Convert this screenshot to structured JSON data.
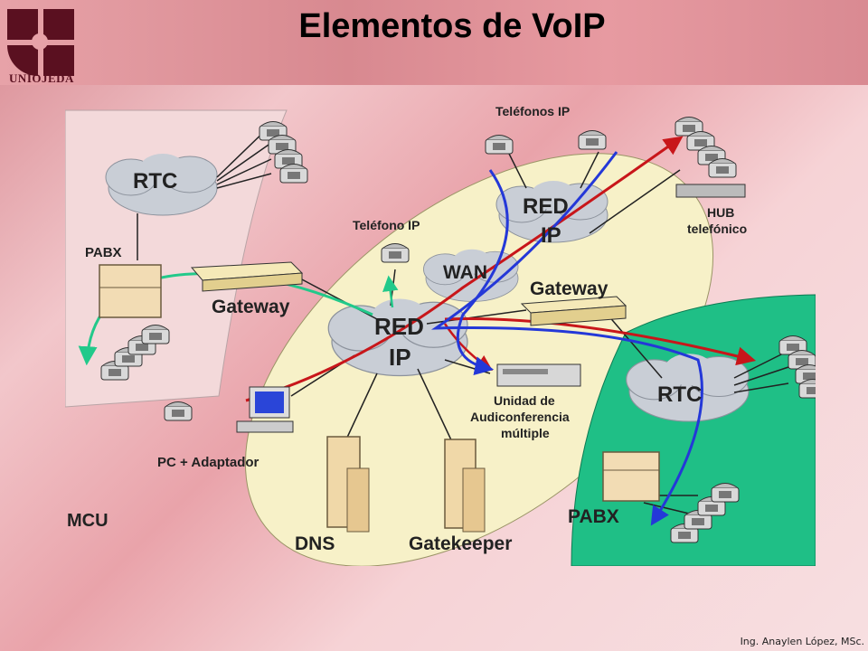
{
  "title": "Elementos de VoIP",
  "logo": {
    "text": "UNIOJEDA",
    "color": "#5a1020"
  },
  "footer": "Ing. Anaylen López, MSc.",
  "colors": {
    "left_panel": "#f3d9da",
    "ellipse": "#f7f1c8",
    "right_panel": "#1fbf86",
    "cloud": "#c9ced6",
    "link_red": "#c8161a",
    "link_blue": "#2438d8",
    "link_green": "#22c98a"
  },
  "labels": {
    "rtc_left": "RTC",
    "pabx_left": "PABX",
    "gateway_left": "Gateway",
    "red_ip_center": [
      "RED",
      "IP"
    ],
    "red_ip_top": [
      "RED",
      "IP"
    ],
    "wan": "WAN",
    "telefonos_ip": "Teléfonos IP",
    "telefono_ip": "Teléfono IP",
    "hub": [
      "HUB",
      "telefónico"
    ],
    "gateway_right": "Gateway",
    "mcu_device": [
      "Unidad de",
      "Audiconferencia",
      "múltiple"
    ],
    "rtc_right": "RTC",
    "pabx_right": "PABX",
    "pc_adaptador": "PC + Adaptador",
    "mcu": "MCU",
    "dns": "DNS",
    "gatekeeper": "Gatekeeper"
  }
}
